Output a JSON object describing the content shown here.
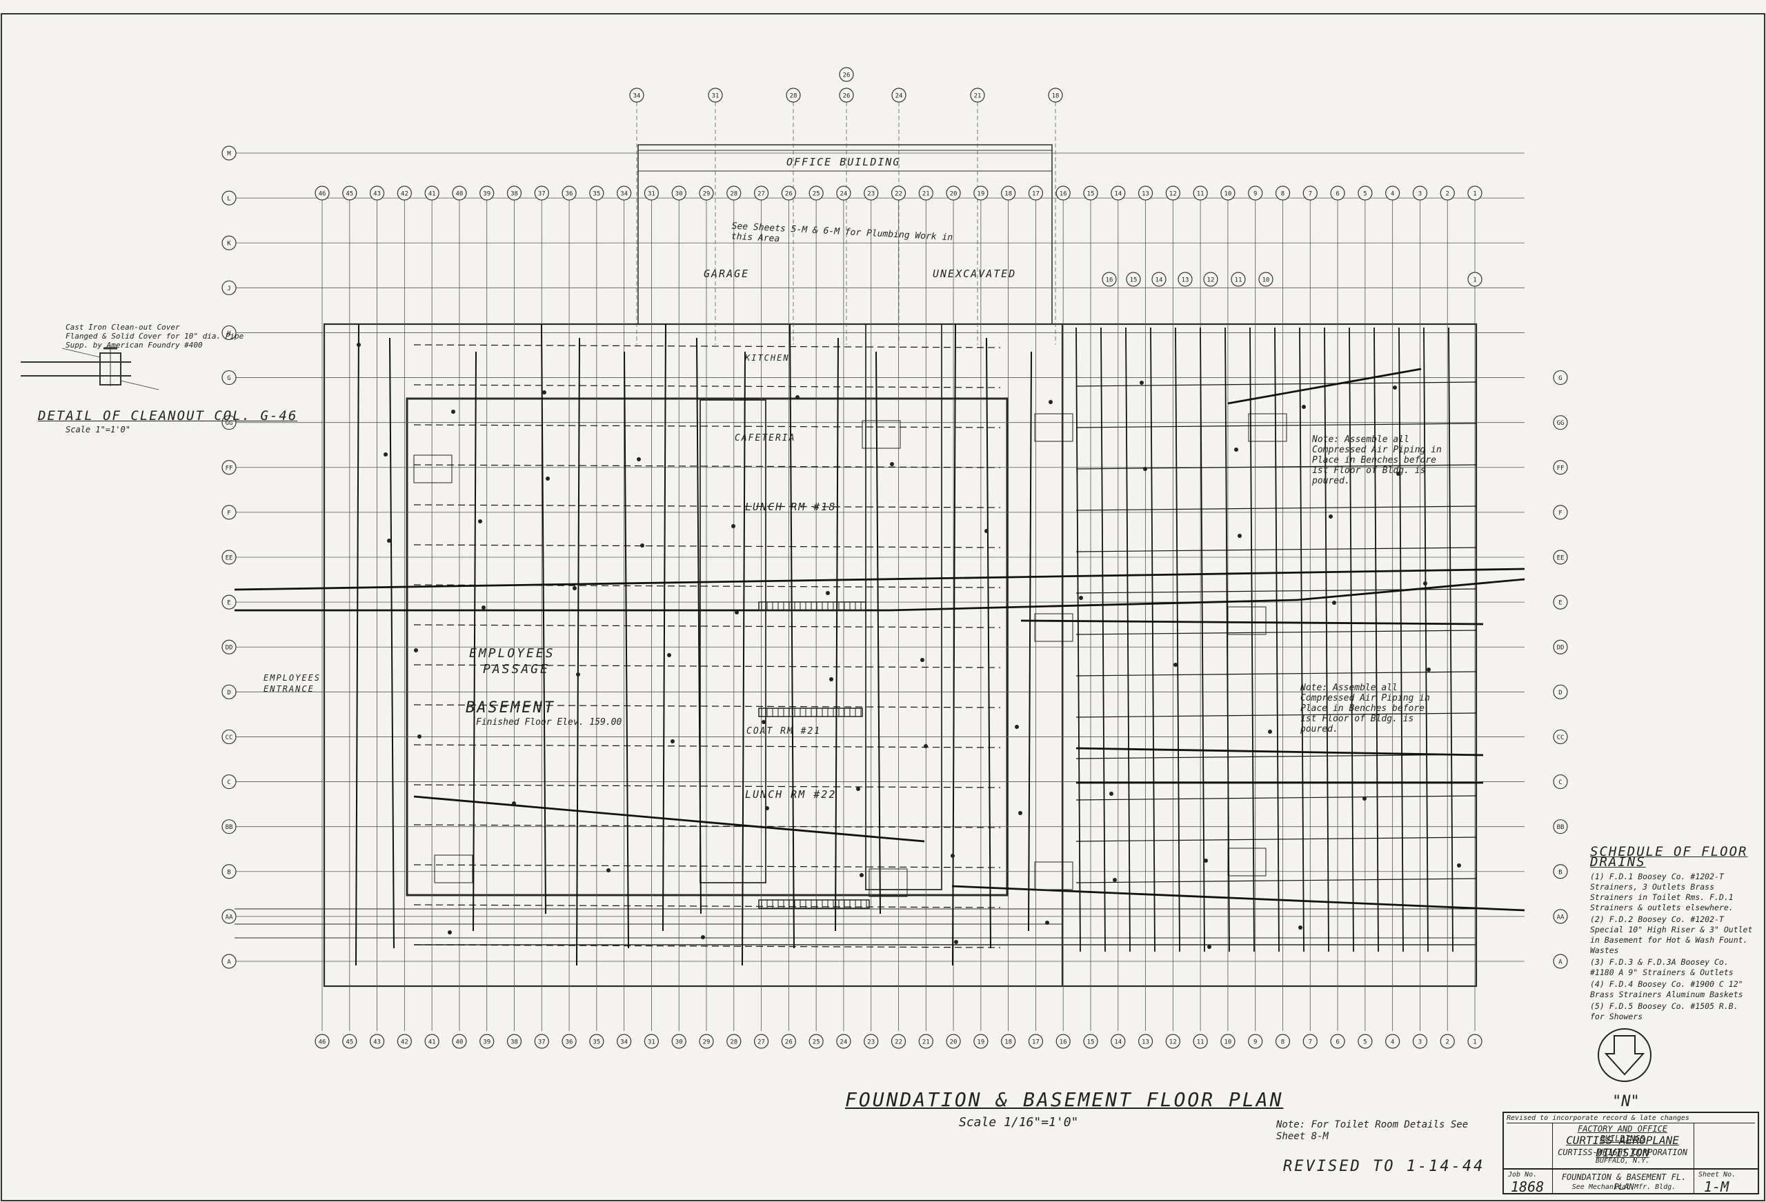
{
  "sheet_title": "FOUNDATION & BASEMENT FLOOR PLAN",
  "scale": "Scale 1/16\"=1'0\"",
  "revised": "REVISED TO 1-14-44",
  "detail": {
    "title": "DETAIL OF CLEANOUT COL. G-46",
    "scale": "Scale 1\"=1'0\"",
    "notes": [
      "Cast Iron Clean-out Cover",
      "Flanged & Solid Cover for 10\" dia. Pipe",
      "Supp. by American Foundry #400"
    ]
  },
  "rooms": {
    "office": "OFFICE BUILDING",
    "garage": "GARAGE",
    "unexcavated": "UNEXCAVATED",
    "kitchen": "KITCHEN",
    "cafeteria": "CAFETERIA",
    "lunch1": "LUNCH RM #18",
    "lunch2": "LUNCH RM #22",
    "basement": "BASEMENT",
    "basement_elev": "Finished Floor Elev. 159.00",
    "employees": "EMPLOYEES",
    "passage": "PASSAGE",
    "employees_entrance": "EMPLOYEES ENTRANCE",
    "coat_rm": "COAT RM #21"
  },
  "notes": {
    "plumbing": "See Sheets 5-M & 6-M for Plumbing Work in this Area",
    "compressed_air_1": "Note: Assemble all Compressed Air Piping in Place in Benches before 1st Floor of Bldg. is poured.",
    "compressed_air_2": "Note: Assemble all Compressed Air Piping in Place in Benches before 1st Floor of Bldg. is poured.",
    "toilet": "Note: For Toilet Room Details See Sheet 8-M"
  },
  "schedule": {
    "title": "SCHEDULE OF FLOOR DRAINS",
    "items": [
      "(1) F.D.1 Boosey Co. #1202-T Strainers, 3 Outlets Brass Strainers in Toilet Rms. F.D.1 Strainers & outlets elsewhere.",
      "(2) F.D.2 Boosey Co. #1202-T Special 10\" High Riser & 3\" Outlet in Basement for Hot & Wash Fount. Wastes",
      "(3) F.D.3 & F.D.3A Boosey Co. #1180 A 9\" Strainers & Outlets",
      "(4) F.D.4 Boosey Co. #1900 C 12\" Brass Strainers Aluminum Baskets",
      "(5) F.D.5 Boosey Co. #1505 R.B. for Showers"
    ]
  },
  "north": "\"N\"",
  "title_block": {
    "revision": "Revised to incorporate record & late changes",
    "project_1": "FACTORY AND OFFICE BUILDINGS",
    "project_2": "CURTISS AEROPLANE DIVISION",
    "project_3": "CURTISS-WRIGHT CORPORATION",
    "project_4": "BUFFALO, N.Y.",
    "job_label": "Job No.",
    "job_no": "1868",
    "sheet_name": "FOUNDATION & BASEMENT FL. PLAN",
    "sheet_sub": "See Mechanical Mfr. Bldg.",
    "sheet_label": "Sheet No.",
    "sheet_no": "1-M"
  },
  "grid": {
    "top_columns": [
      "46",
      "45",
      "43",
      "42",
      "41",
      "40",
      "39",
      "38",
      "37",
      "36",
      "35",
      "34",
      "31",
      "30",
      "29",
      "28",
      "27",
      "26",
      "25",
      "24",
      "23",
      "22",
      "21",
      "20",
      "19",
      "18",
      "17",
      "16",
      "15",
      "14",
      "13",
      "12",
      "11",
      "10",
      "9",
      "8",
      "7",
      "6",
      "5",
      "4",
      "3",
      "2",
      "1"
    ],
    "office_columns": [
      "34",
      "31",
      "28",
      "26",
      "24",
      "21",
      "18"
    ],
    "east_columns": [
      "16",
      "15",
      "14",
      "13",
      "12",
      "11",
      "10",
      "1"
    ],
    "left_rows": [
      "M",
      "L",
      "K",
      "J",
      "H",
      "G",
      "GG",
      "FF",
      "F",
      "EE",
      "E",
      "DD",
      "D",
      "CC",
      "C",
      "BB",
      "B",
      "AA",
      "A"
    ],
    "right_rows": [
      "G",
      "GG",
      "FF",
      "F",
      "EE",
      "E",
      "DD",
      "D",
      "CC",
      "C",
      "BB",
      "B",
      "AA",
      "A"
    ]
  }
}
